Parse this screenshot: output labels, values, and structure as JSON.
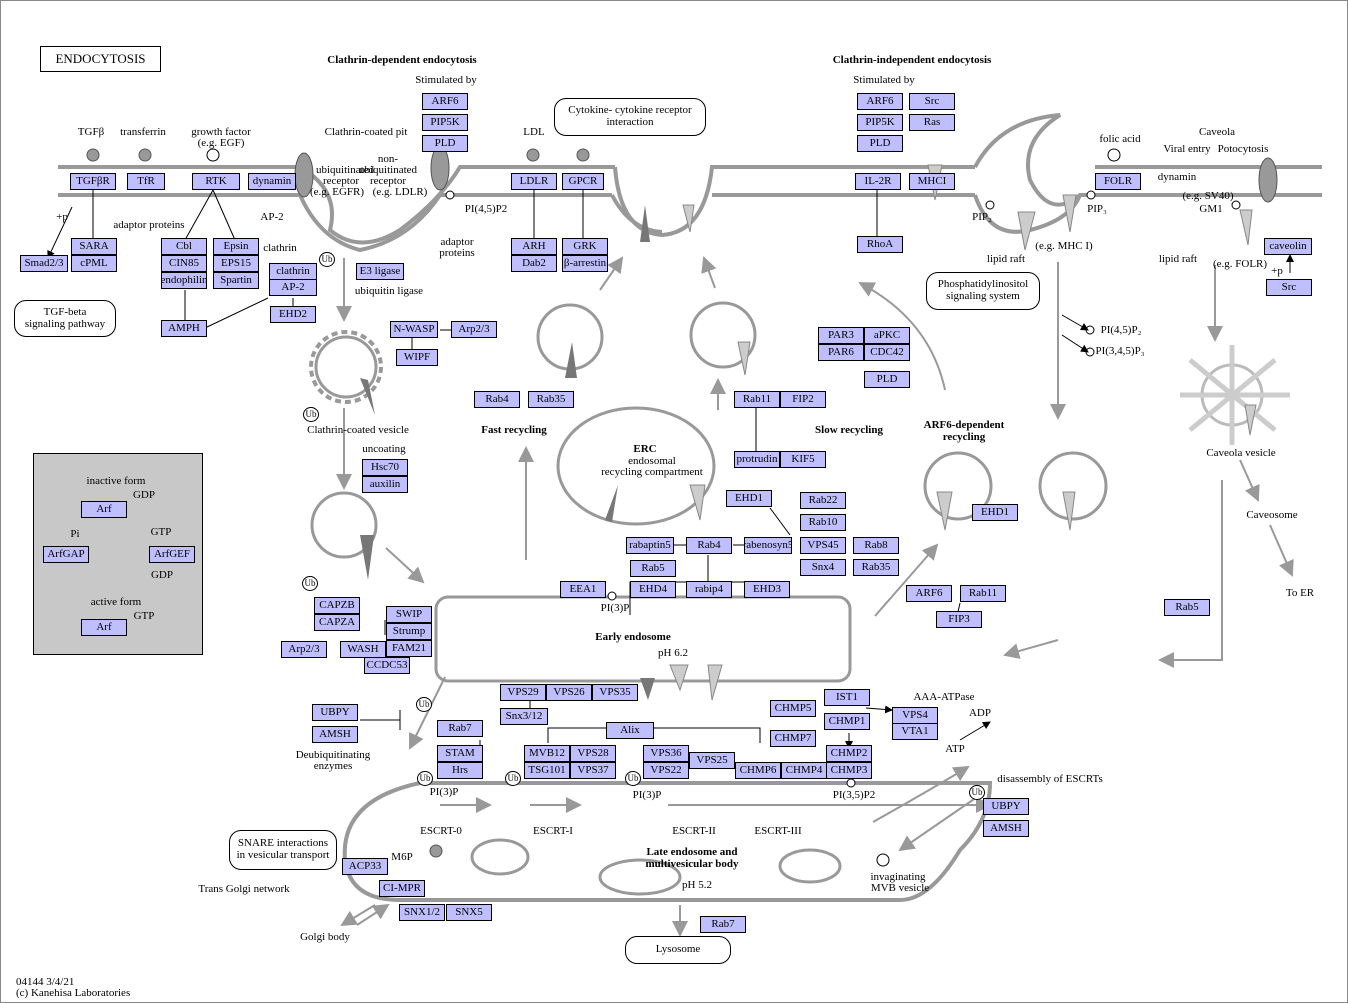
{
  "title": "ENDOCYTOSIS",
  "footer": {
    "id_date": "04144 3/4/21",
    "copyright": "(c) Kanehisa Laboratories"
  },
  "colors": {
    "gene_box": "#bfbfff",
    "membrane": "#9a9a9a",
    "legend_bg": "#c8c8c8"
  },
  "icons": [
    "membrane-receptor-icon",
    "ubiquitin-icon",
    "phospho-circle-icon",
    "vesicle-icon",
    "arrow-icon"
  ],
  "section_titles": {
    "clathrin_dependent": "Clathrin-dependent endocytosis",
    "clathrin_independent": "Clathrin-independent endocytosis",
    "fast_recycling": "Fast recycling",
    "slow_recycling": "Slow recycling",
    "arf6_recycling": "ARF6-dependent\nrecycling",
    "erc": "ERC",
    "early_endosome": "Early endosome",
    "late_endosome": "Late endosome and\nmultivesicular body"
  },
  "genes": [
    {
      "id": "TGFbR",
      "label": "TGFβR"
    },
    {
      "id": "TfR",
      "label": "TfR"
    },
    {
      "id": "RTK",
      "label": "RTK"
    },
    {
      "id": "dynamin",
      "label": "dynamin"
    },
    {
      "id": "Smad23",
      "label": "Smad2/3"
    },
    {
      "id": "SARA",
      "label": "SARA"
    },
    {
      "id": "cPML",
      "label": "cPML"
    },
    {
      "id": "Cbl",
      "label": "Cbl"
    },
    {
      "id": "CIN85",
      "label": "CIN85"
    },
    {
      "id": "endophilin",
      "label": "endophilin"
    },
    {
      "id": "Epsin",
      "label": "Epsin"
    },
    {
      "id": "EPS15",
      "label": "EPS15"
    },
    {
      "id": "Spartin",
      "label": "Spartin"
    },
    {
      "id": "clathrin",
      "label": "clathrin"
    },
    {
      "id": "AP2",
      "label": "AP-2"
    },
    {
      "id": "EHD2",
      "label": "EHD2"
    },
    {
      "id": "AMPH",
      "label": "AMPH"
    },
    {
      "id": "ARF6_top",
      "label": "ARF6"
    },
    {
      "id": "PIP5K_top",
      "label": "PIP5K"
    },
    {
      "id": "PLD_top",
      "label": "PLD"
    },
    {
      "id": "LDLR",
      "label": "LDLR"
    },
    {
      "id": "GPCR",
      "label": "GPCR"
    },
    {
      "id": "ARH",
      "label": "ARH"
    },
    {
      "id": "Dab2",
      "label": "Dab2"
    },
    {
      "id": "GRK",
      "label": "GRK"
    },
    {
      "id": "barrestin",
      "label": "β-arrestin"
    },
    {
      "id": "E3ligase",
      "label": "E3 ligase"
    },
    {
      "id": "NWASP",
      "label": "N-WASP"
    },
    {
      "id": "Arp23_a",
      "label": "Arp2/3"
    },
    {
      "id": "WIPF",
      "label": "WIPF"
    },
    {
      "id": "Hsc70",
      "label": "Hsc70"
    },
    {
      "id": "auxilin",
      "label": "auxilin"
    },
    {
      "id": "Rab4_a",
      "label": "Rab4"
    },
    {
      "id": "Rab35_a",
      "label": "Rab35"
    },
    {
      "id": "Rab11_a",
      "label": "Rab11"
    },
    {
      "id": "FIP2",
      "label": "FIP2"
    },
    {
      "id": "protrudin",
      "label": "protrudin"
    },
    {
      "id": "KIF5",
      "label": "KIF5"
    },
    {
      "id": "EHD1_a",
      "label": "EHD1"
    },
    {
      "id": "Rab22",
      "label": "Rab22"
    },
    {
      "id": "Rab10",
      "label": "Rab10"
    },
    {
      "id": "rabaptin5",
      "label": "rabaptin5"
    },
    {
      "id": "Rab4_b",
      "label": "Rab4"
    },
    {
      "id": "rabenosyn5",
      "label": "rabenosyn5"
    },
    {
      "id": "VPS45",
      "label": "VPS45"
    },
    {
      "id": "Rab8",
      "label": "Rab8"
    },
    {
      "id": "Rab5_a",
      "label": "Rab5"
    },
    {
      "id": "Snx4",
      "label": "Snx4"
    },
    {
      "id": "Rab35_b",
      "label": "Rab35"
    },
    {
      "id": "EEA1",
      "label": "EEA1"
    },
    {
      "id": "EHD4",
      "label": "EHD4"
    },
    {
      "id": "rabip4",
      "label": "rabip4"
    },
    {
      "id": "EHD3",
      "label": "EHD3"
    },
    {
      "id": "ARF6_mid",
      "label": "ARF6"
    },
    {
      "id": "Src_top",
      "label": "Src"
    },
    {
      "id": "PIP5K_mid",
      "label": "PIP5K"
    },
    {
      "id": "Ras",
      "label": "Ras"
    },
    {
      "id": "PLD_mid",
      "label": "PLD"
    },
    {
      "id": "IL2R",
      "label": "IL-2R"
    },
    {
      "id": "MHCI",
      "label": "MHCI"
    },
    {
      "id": "RhoA",
      "label": "RhoA"
    },
    {
      "id": "PAR3",
      "label": "PAR3"
    },
    {
      "id": "aPKC",
      "label": "aPKC"
    },
    {
      "id": "PAR6",
      "label": "PAR6"
    },
    {
      "id": "CDC42",
      "label": "CDC42"
    },
    {
      "id": "PLD_low",
      "label": "PLD"
    },
    {
      "id": "FOLR",
      "label": "FOLR"
    },
    {
      "id": "caveolin",
      "label": "caveolin"
    },
    {
      "id": "Src_cav",
      "label": "Src"
    },
    {
      "id": "EHD1_b",
      "label": "EHD1"
    },
    {
      "id": "ARF6_b",
      "label": "ARF6"
    },
    {
      "id": "Rab11_b",
      "label": "Rab11"
    },
    {
      "id": "FIP3",
      "label": "FIP3"
    },
    {
      "id": "Rab5_b",
      "label": "Rab5"
    },
    {
      "id": "CAPZB",
      "label": "CAPZB"
    },
    {
      "id": "CAPZA",
      "label": "CAPZA"
    },
    {
      "id": "SWIP",
      "label": "SWIP"
    },
    {
      "id": "Strump",
      "label": "Strump"
    },
    {
      "id": "Arp23_b",
      "label": "Arp2/3"
    },
    {
      "id": "WASH",
      "label": "WASH"
    },
    {
      "id": "FAM21",
      "label": "FAM21"
    },
    {
      "id": "CCDC53",
      "label": "CCDC53"
    },
    {
      "id": "VPS29",
      "label": "VPS29"
    },
    {
      "id": "VPS26",
      "label": "VPS26"
    },
    {
      "id": "VPS35",
      "label": "VPS35"
    },
    {
      "id": "Snx312",
      "label": "Snx3/12"
    },
    {
      "id": "UBPY_a",
      "label": "UBPY"
    },
    {
      "id": "AMSH_a",
      "label": "AMSH"
    },
    {
      "id": "Rab7_a",
      "label": "Rab7"
    },
    {
      "id": "STAM",
      "label": "STAM"
    },
    {
      "id": "Hrs",
      "label": "Hrs"
    },
    {
      "id": "Alix",
      "label": "Alix"
    },
    {
      "id": "MVB12",
      "label": "MVB12"
    },
    {
      "id": "VPS28",
      "label": "VPS28"
    },
    {
      "id": "TSG101",
      "label": "TSG101"
    },
    {
      "id": "VPS37",
      "label": "VPS37"
    },
    {
      "id": "VPS36",
      "label": "VPS36"
    },
    {
      "id": "VPS22",
      "label": "VPS22"
    },
    {
      "id": "VPS25",
      "label": "VPS25"
    },
    {
      "id": "CHMP5",
      "label": "CHMP5"
    },
    {
      "id": "IST1",
      "label": "IST1"
    },
    {
      "id": "CHMP1",
      "label": "CHMP1"
    },
    {
      "id": "VPS4",
      "label": "VPS4"
    },
    {
      "id": "VTA1",
      "label": "VTA1"
    },
    {
      "id": "CHMP7",
      "label": "CHMP7"
    },
    {
      "id": "CHMP6",
      "label": "CHMP6"
    },
    {
      "id": "CHMP4",
      "label": "CHMP4"
    },
    {
      "id": "CHMP2",
      "label": "CHMP2"
    },
    {
      "id": "CHMP3",
      "label": "CHMP3"
    },
    {
      "id": "UBPY_b",
      "label": "UBPY"
    },
    {
      "id": "AMSH_b",
      "label": "AMSH"
    },
    {
      "id": "ACP33",
      "label": "ACP33"
    },
    {
      "id": "CIMPR",
      "label": "CI-MPR"
    },
    {
      "id": "SNX12",
      "label": "SNX1/2"
    },
    {
      "id": "SNX5",
      "label": "SNX5"
    },
    {
      "id": "Rab7_b",
      "label": "Rab7"
    },
    {
      "id": "Arf_inactive",
      "label": "Arf"
    },
    {
      "id": "ArfGAP",
      "label": "ArfGAP"
    },
    {
      "id": "ArfGEF",
      "label": "ArfGEF"
    },
    {
      "id": "Arf_active",
      "label": "Arf"
    }
  ],
  "pathway_links": [
    {
      "id": "tgfbeta",
      "label": "TGF-beta\nsignaling pathway"
    },
    {
      "id": "cytokine",
      "label": "Cytokine- cytokine receptor\ninteraction"
    },
    {
      "id": "phosphatidylinositol",
      "label": "Phosphatidylinositol\nsignaling system"
    },
    {
      "id": "snare",
      "label": "SNARE interactions\nin vesicular transport"
    },
    {
      "id": "lysosome",
      "label": "Lysosome"
    }
  ],
  "labels": [
    "TGFβ",
    "transferrin",
    "growth factor",
    "(e.g. EGF)",
    "Clathrin-coated pit",
    "non-",
    "ubiquitinated",
    "receptor",
    "(e.g. LDLR)",
    "ubiquitinated",
    "receptor",
    "(e.g. EGFR)",
    "Stimulated by",
    "LDL",
    "+p",
    "adaptor proteins",
    "AP-2",
    "clathrin",
    "PI(4,5)P2",
    "adaptor",
    "proteins",
    "ubiquitin ligase",
    "Clathrin-coated vesicle",
    "uncoating",
    "endosomal",
    "recycling compartment",
    "PI(3)P",
    "pH 6.2",
    "Stimulated by",
    "folic acid",
    "Caveola",
    "Viral entry",
    "Potocytosis",
    "dynamin",
    "(e.g. SV40)",
    "GM1",
    "PIP₂",
    "PIP₃",
    "(e.g. MHC I)",
    "lipid raft",
    "lipid raft",
    "(e.g. FOLR)",
    "+p",
    "PI(4,5)P₂",
    "PI(3,4,5)P₃",
    "Caveola vesicle",
    "Caveosome",
    "To ER",
    "AAA-ATPase",
    "ADP",
    "ATP",
    "disassembly of ESCRTs",
    "Deubiquitinating",
    "enzymes",
    "PI(3)P",
    "PI(3)P",
    "PI(3,5)P2",
    "ESCRT-0",
    "ESCRT-I",
    "ESCRT-II",
    "ESCRT-III",
    "pH 5.2",
    "M6P",
    "Trans Golgi network",
    "Golgi body",
    "invaginating",
    "MVB vesicle",
    "inactive form",
    "GDP",
    "Pi",
    "GTP",
    "GDP",
    "active form",
    "GTP",
    "Ub"
  ]
}
